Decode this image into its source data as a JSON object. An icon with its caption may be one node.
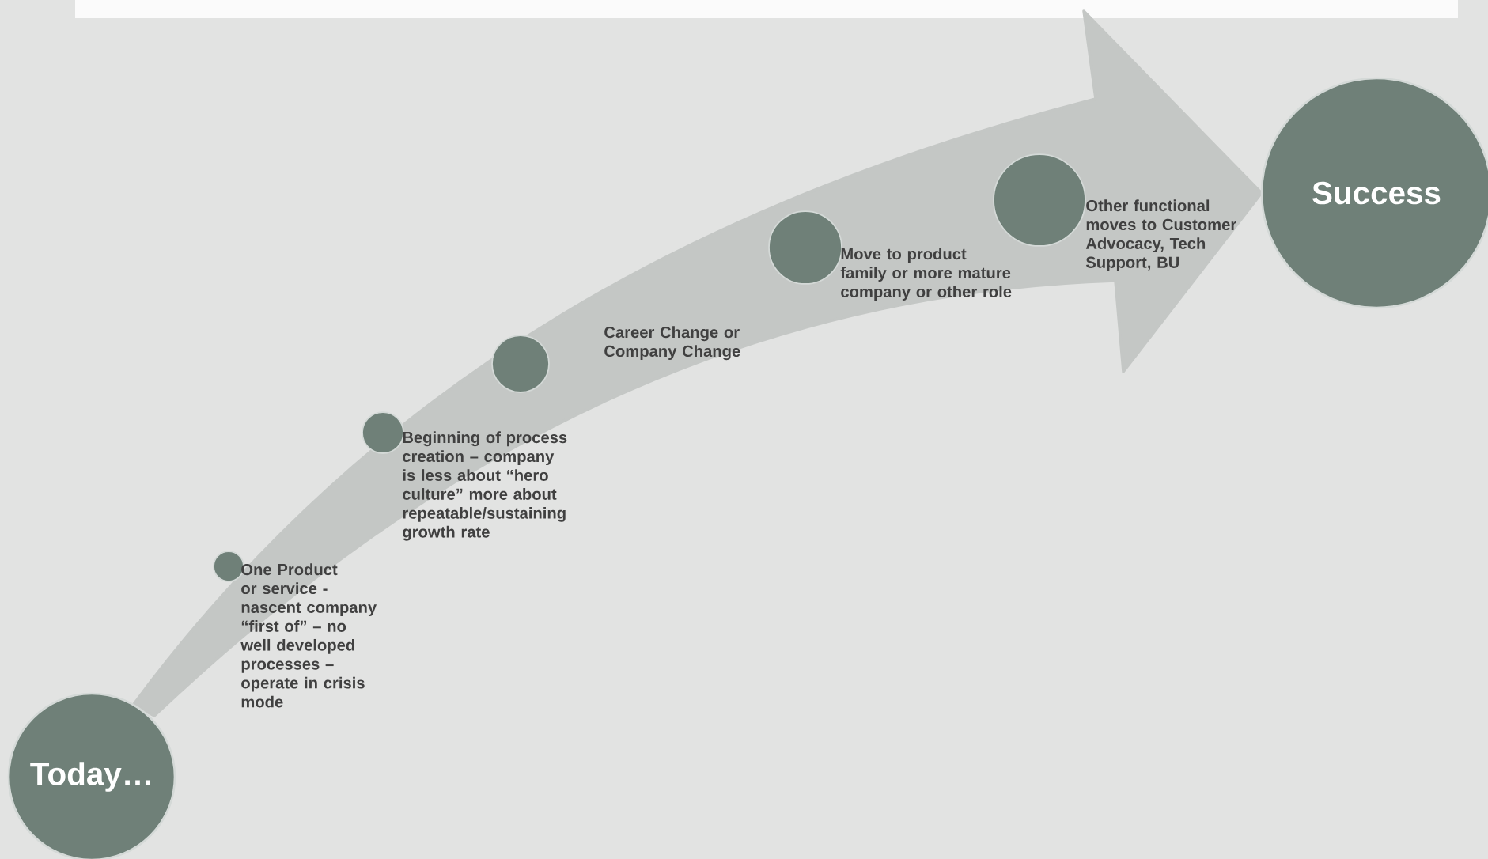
{
  "diagram": {
    "nodes": [
      {
        "text": [
          "Today…"
        ]
      },
      {
        "text": [],
        "shape": "circle",
        "beside": [
          "One Product or service  - nascent company “first of” – no well developed processes – operate in crisis mode"
        ]
      },
      {
        "text": [],
        "shape": "circle",
        "beside": [
          "Beginning of process creation – company is less about “hero culture” more about repeatable/sustaining growth rate"
        ]
      },
      {
        "text": [],
        "shape": "circle",
        "beside": [
          "Career Change or Company Change"
        ]
      },
      {
        "text": [],
        "shape": "circle",
        "beside": [
          "Move to product family or more mature company or other role"
        ]
      },
      {
        "text": [],
        "shape": "circle",
        "beside": [
          "Other functional moves to Customer Advocacy, Tech Support, BU"
        ]
      },
      {
        "text": [
          "Success"
        ]
      }
    ],
    "edges": [
      {
        "from": 0,
        "to": 6,
        "arrow": "to"
      }
    ]
  }
}
